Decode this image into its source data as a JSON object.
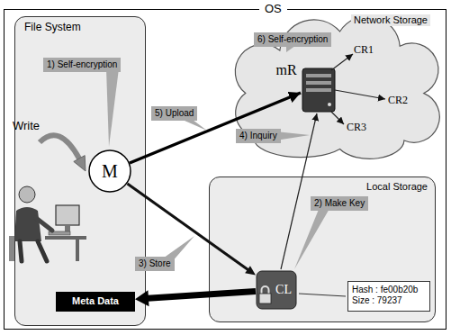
{
  "diagram": {
    "nodes": [
      {
        "text": [
          "OS"
        ]
      },
      {
        "text": [
          "File System"
        ],
        "in": 0
      },
      {
        "text": [
          "Network Storage"
        ],
        "in": 0
      },
      {
        "text": [
          "Local Storage"
        ],
        "in": 0
      },
      {
        "text": [
          "M"
        ],
        "in": 1
      },
      {
        "text": [
          "mR"
        ],
        "in": 2
      },
      {
        "text": [
          "CR1"
        ],
        "in": 2
      },
      {
        "text": [
          "CR2"
        ],
        "in": 2
      },
      {
        "text": [
          "CR3"
        ],
        "in": 2
      },
      {
        "text": [
          "CL"
        ],
        "in": 3
      },
      {
        "text": [
          "Hash : fe00b20b",
          "Size : 79237"
        ],
        "in": 3
      },
      {
        "text": [
          "Meta Data"
        ],
        "in": 1
      }
    ],
    "edges": [
      {
        "from": 4,
        "to": 9,
        "arrow": "to"
      },
      {
        "from": 9,
        "to": 11,
        "arrow": "to"
      }
    ],
    "labels": [
      "6) Self-encryption",
      "1) Self-encryption",
      "5) Upload",
      "Write",
      "4) Inquiry",
      "2) Make Key",
      "3) Store"
    ]
  }
}
